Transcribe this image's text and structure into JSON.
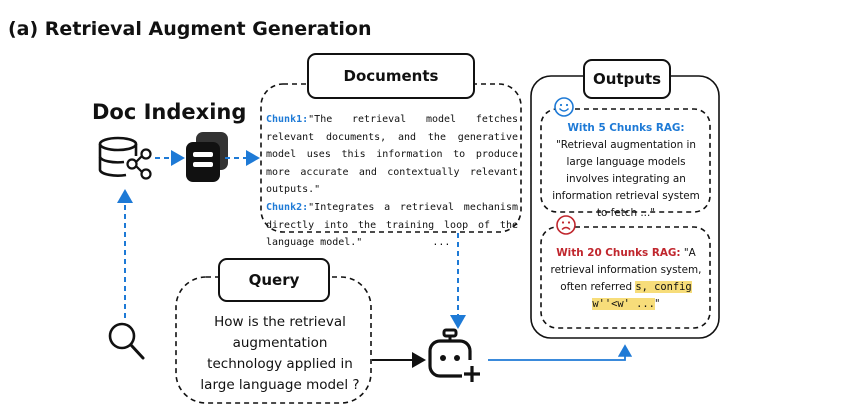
{
  "title": "(a) Retrieval Augment Generation",
  "doc_indexing": {
    "label": "Doc Indexing"
  },
  "documents": {
    "title": "Documents",
    "chunk1_label": "Chunk1:",
    "chunk1_text": "\"The retrieval model fetches relevant documents, and the generative model uses this information to produce more accurate and contextually relevant outputs.\"",
    "chunk2_label": "Chunk2:",
    "chunk2_text": "\"Integrates a retrieval mechanism directly into the training loop of the language model.\"",
    "ellipsis": "..."
  },
  "outputs": {
    "title": "Outputs",
    "good": {
      "label": "With 5 Chunks RAG:",
      "text": "\"Retrieval augmentation in large language models involves integrating an information retrieval system to fetch ...\""
    },
    "bad": {
      "label": "With 20 Chunks RAG:",
      "text_start": "\"A retrieval information system, often referred ",
      "garbled": "s, config w''<w' ...",
      "text_end": "\""
    }
  },
  "query": {
    "title": "Query",
    "text": "How is the retrieval augmentation technology applied in large language model ?"
  },
  "icons": [
    "database-share-icon",
    "stacked-documents-icon",
    "search-icon",
    "robot-add-icon",
    "happy-face-icon",
    "sad-face-icon"
  ],
  "colors": {
    "arrow_blue": "#1e7ad6",
    "good_blue": "#1e7ad6",
    "bad_red": "#c0262d",
    "highlight": "#f7dd7a"
  }
}
